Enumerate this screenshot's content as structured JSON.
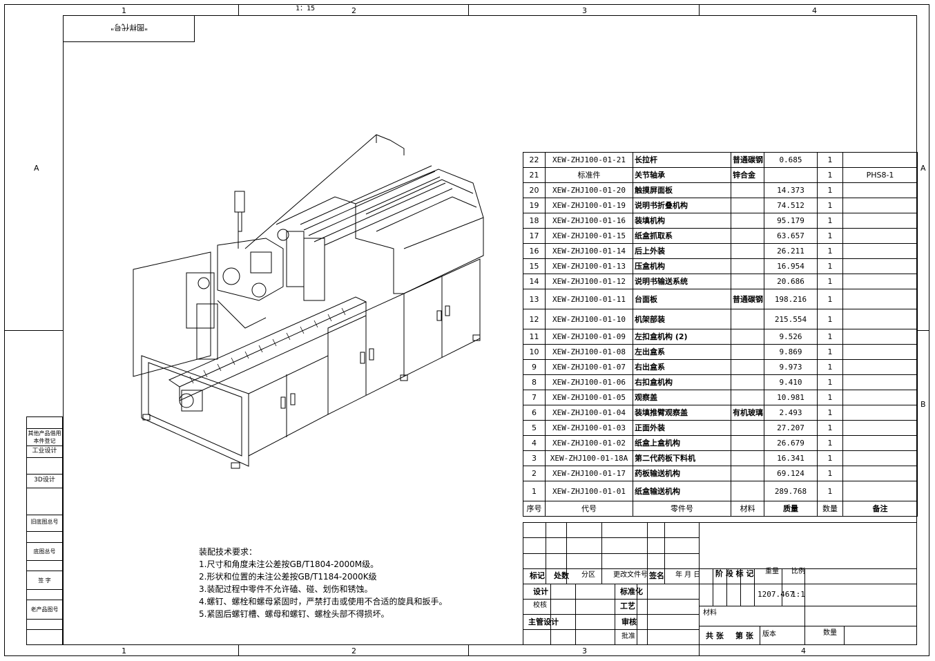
{
  "zones": {
    "top": [
      "1",
      "2",
      "3",
      "4"
    ],
    "bottom": [
      "1",
      "2",
      "3",
      "4"
    ],
    "left": [
      "A"
    ],
    "right": [
      "A",
      "B"
    ]
  },
  "scale_label": "1：15",
  "drawing_no_stamp": "\"图样代号\"",
  "left_column_labels": [
    "其他产品借用本件登记",
    "工业设计",
    "3D设计",
    "旧底图总号",
    "底图总号",
    "签 字",
    "老产品图号"
  ],
  "bom": {
    "headers": [
      "序号",
      "代号",
      "零件号",
      "材料",
      "质量",
      "数量",
      "备注"
    ],
    "rows": [
      {
        "no": "22",
        "code": "XEW-ZHJ100-01-21",
        "name": "长拉杆",
        "material": "普通碳钢",
        "mass": "0.685",
        "qty": "1",
        "note": ""
      },
      {
        "no": "21",
        "code": "标准件",
        "name": "关节轴承",
        "material": "锌合金",
        "mass": "",
        "qty": "1",
        "note": "PHS8-1"
      },
      {
        "no": "20",
        "code": "XEW-ZHJ100-01-20",
        "name": "触摸屏面板",
        "material": "",
        "mass": "14.373",
        "qty": "1",
        "note": ""
      },
      {
        "no": "19",
        "code": "XEW-ZHJ100-01-19",
        "name": "说明书折叠机构",
        "material": "",
        "mass": "74.512",
        "qty": "1",
        "note": ""
      },
      {
        "no": "18",
        "code": "XEW-ZHJ100-01-16",
        "name": "装填机构",
        "material": "",
        "mass": "95.179",
        "qty": "1",
        "note": ""
      },
      {
        "no": "17",
        "code": "XEW-ZHJ100-01-15",
        "name": "纸盒抓取系",
        "material": "",
        "mass": "63.657",
        "qty": "1",
        "note": ""
      },
      {
        "no": "16",
        "code": "XEW-ZHJ100-01-14",
        "name": "后上外装",
        "material": "",
        "mass": "26.211",
        "qty": "1",
        "note": ""
      },
      {
        "no": "15",
        "code": "XEW-ZHJ100-01-13",
        "name": "压盒机构",
        "material": "",
        "mass": "16.954",
        "qty": "1",
        "note": ""
      },
      {
        "no": "14",
        "code": "XEW-ZHJ100-01-12",
        "name": "说明书输送系统",
        "material": "",
        "mass": "20.686",
        "qty": "1",
        "note": ""
      },
      {
        "no": "13",
        "code": "XEW-ZHJ100-01-11",
        "name": "台面板",
        "material": "普通碳钢",
        "mass": "198.216",
        "qty": "1",
        "note": ""
      },
      {
        "no": "12",
        "code": "XEW-ZHJ100-01-10",
        "name": "机架部装",
        "material": "",
        "mass": "215.554",
        "qty": "1",
        "note": ""
      },
      {
        "no": "11",
        "code": "XEW-ZHJ100-01-09",
        "name": "左扣盒机构 (2)",
        "material": "",
        "mass": "9.526",
        "qty": "1",
        "note": ""
      },
      {
        "no": "10",
        "code": "XEW-ZHJ100-01-08",
        "name": "左出盒系",
        "material": "",
        "mass": "9.869",
        "qty": "1",
        "note": ""
      },
      {
        "no": "9",
        "code": "XEW-ZHJ100-01-07",
        "name": "右出盒系",
        "material": "",
        "mass": "9.973",
        "qty": "1",
        "note": ""
      },
      {
        "no": "8",
        "code": "XEW-ZHJ100-01-06",
        "name": "右扣盒机构",
        "material": "",
        "mass": "9.410",
        "qty": "1",
        "note": ""
      },
      {
        "no": "7",
        "code": "XEW-ZHJ100-01-05",
        "name": "观察盖",
        "material": "",
        "mass": "10.981",
        "qty": "1",
        "note": ""
      },
      {
        "no": "6",
        "code": "XEW-ZHJ100-01-04",
        "name": "装填推臂观察盖",
        "material": "有机玻璃",
        "mass": "2.493",
        "qty": "1",
        "note": ""
      },
      {
        "no": "5",
        "code": "XEW-ZHJ100-01-03",
        "name": "正面外装",
        "material": "",
        "mass": "27.207",
        "qty": "1",
        "note": ""
      },
      {
        "no": "4",
        "code": "XEW-ZHJ100-01-02",
        "name": "纸盒上盒机构",
        "material": "",
        "mass": "26.679",
        "qty": "1",
        "note": ""
      },
      {
        "no": "3",
        "code": "XEW-ZHJ100-01-18A",
        "name": "第二代药板下料机",
        "material": "",
        "mass": "16.341",
        "qty": "1",
        "note": ""
      },
      {
        "no": "2",
        "code": "XEW-ZHJ100-01-17",
        "name": "药板输送机构",
        "material": "",
        "mass": "69.124",
        "qty": "1",
        "note": ""
      },
      {
        "no": "1",
        "code": "XEW-ZHJ100-01-01",
        "name": "纸盒输送机构",
        "material": "",
        "mass": "289.768",
        "qty": "1",
        "note": ""
      }
    ]
  },
  "title_block": {
    "rev_headers": [
      "标记",
      "处数",
      "分区",
      "更改文件号",
      "签名",
      "年 月 日"
    ],
    "design": "设计",
    "standardization": "标准化",
    "check": "校核",
    "process": "工艺",
    "chief_design": "主管设计",
    "review": "审核",
    "approve": "批准",
    "stage_mark": "阶 段 标 记",
    "weight_label": "重量",
    "scale_label": "比例",
    "weight_value": "1207.467",
    "scale_value": "1:1",
    "material_label": "材料",
    "sheets_total": "共 张",
    "sheet_no": "第 张",
    "version": "版本",
    "quantity": "数量"
  },
  "notes": {
    "title": "装配技术要求：",
    "items": [
      "1.尺寸和角度未注公差按GB/T1804-2000M级。",
      "2.形状和位置的未注公差按GB/T1184-2000K级",
      "3.装配过程中零件不允许磕、碰、划伤和锈蚀。",
      "4.螺钉、螺栓和螺母紧固时，严禁打击或使用不合适的旋具和扳手。",
      "5.紧固后螺钉槽、螺母和螺钉、螺栓头部不得损坏。"
    ]
  }
}
